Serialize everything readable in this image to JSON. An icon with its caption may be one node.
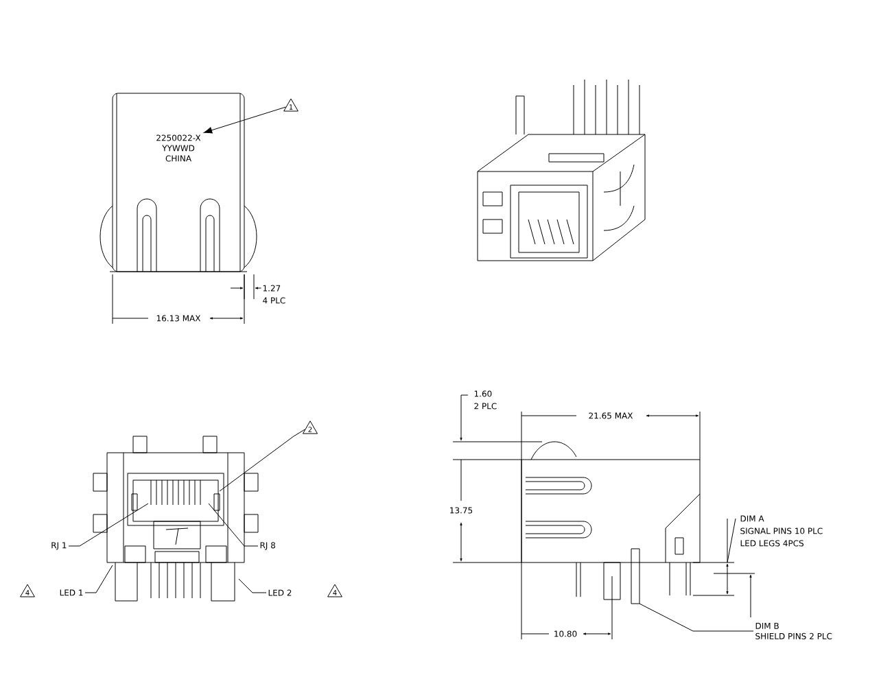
{
  "diagram": {
    "nodes": [
      {
        "text": [
          "1"
        ]
      },
      {
        "text": [
          "2"
        ]
      },
      {
        "text": [
          "RJ 1"
        ]
      },
      {
        "text": [
          "RJ 8"
        ]
      },
      {
        "text": [
          "LED 1"
        ]
      },
      {
        "text": [
          "LED 2"
        ]
      },
      {
        "text": [
          "DIM B",
          "SHIELD PINS 2 PLC"
        ]
      },
      {
        "text": [
          "2250022-X",
          "YYWWD",
          "CHINA"
        ]
      }
    ],
    "edges": [
      {
        "from": 0,
        "to": 7,
        "arrow": "to"
      },
      {
        "from": 1,
        "to": null,
        "arrow": "none"
      },
      {
        "from": 2,
        "to": null,
        "arrow": "none"
      },
      {
        "from": 3,
        "to": null,
        "arrow": "none"
      },
      {
        "from": 4,
        "to": null,
        "arrow": "none"
      },
      {
        "from": 5,
        "to": null,
        "arrow": "none"
      },
      {
        "from": 6,
        "to": null,
        "arrow": "none"
      }
    ],
    "labels": [
      "1.27",
      "4 PLC",
      "16.13 MAX",
      "1.60",
      "2 PLC",
      "21.65 MAX",
      "13.75",
      "DIM A",
      "SIGNAL PINS 10 PLC",
      "LED LEGS 4PCS",
      "4",
      "4",
      "10.80"
    ]
  }
}
